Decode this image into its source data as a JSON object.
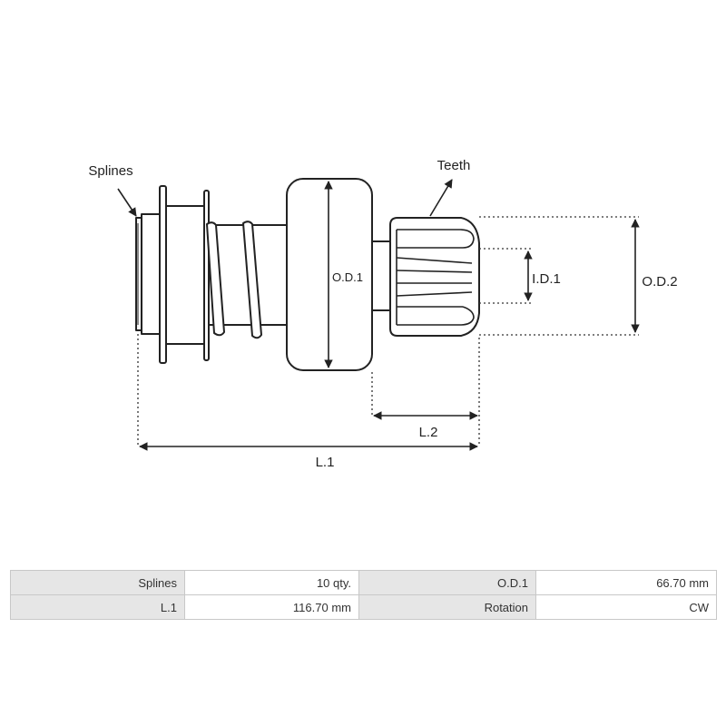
{
  "diagram": {
    "labels": {
      "splines": "Splines",
      "teeth": "Teeth",
      "od1": "O.D.1",
      "id1": "I.D.1",
      "od2": "O.D.2",
      "l2": "L.2",
      "l1": "L.1"
    }
  },
  "specs": {
    "rows": [
      {
        "label1": "Splines",
        "value1": "10 qty.",
        "label2": "O.D.1",
        "value2": "66.70 mm"
      },
      {
        "label1": "L.1",
        "value1": "116.70 mm",
        "label2": "Rotation",
        "value2": "CW"
      }
    ]
  }
}
